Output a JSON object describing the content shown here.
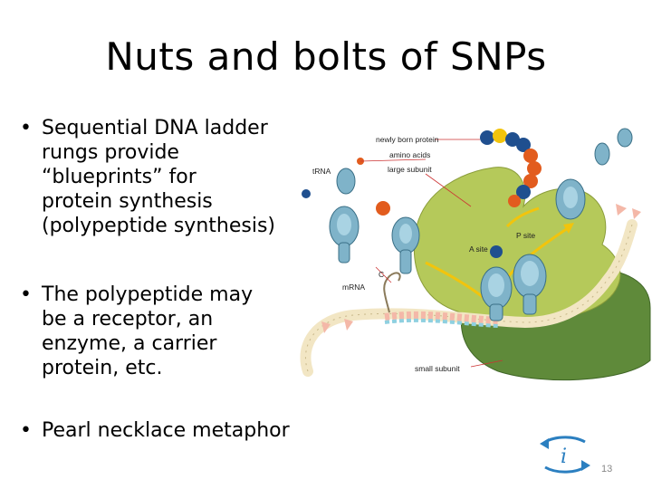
{
  "slide": {
    "title": "Nuts and bolts of SNPs",
    "bullets": [
      {
        "bullet": "•",
        "text": "Sequential DNA ladder\nrungs provide\n“blueprints” for\nprotein synthesis\n(polypeptide synthesis)"
      },
      {
        "bullet": "•",
        "text": "The polypeptide may\nbe a receptor, an\nenzyme, a carrier\nprotein, etc."
      },
      {
        "bullet": "•",
        "text": "Pearl necklace metaphor"
      }
    ],
    "page_number": "13"
  },
  "figure": {
    "labels": {
      "newly_born_protein": "newly born protein",
      "amino_acids": "amino acids",
      "large_subunit": "large subunit",
      "trna": "tRNA",
      "mrna": "mRNA",
      "p_site": "P site",
      "a_site": "A site",
      "small_subunit": "small subunit",
      "c": "C"
    },
    "colors": {
      "large_subunit": "#b5c95a",
      "small_subunit": "#5f8a3a",
      "trna": "#7fb3c9",
      "amino_dark": "#1f4f8f",
      "amino_orange": "#e25c1e",
      "amino_yellow": "#f2c40c",
      "mrna": "#f2e6c4"
    }
  },
  "nav": {
    "icon": "info-cycle-icon",
    "glyph": "i"
  }
}
